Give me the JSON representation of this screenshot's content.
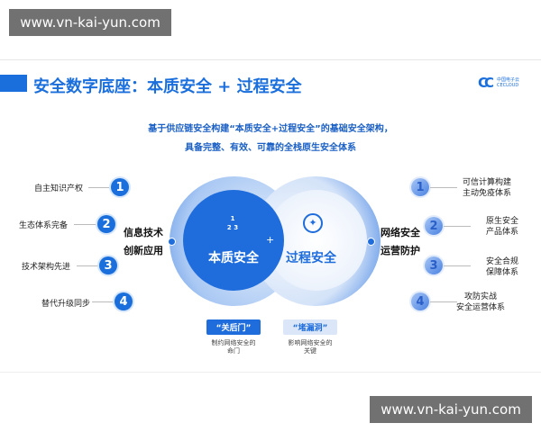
{
  "watermark": {
    "top": "www.vn-kai-yun.com",
    "bottom": "www.vn-kai-yun.com"
  },
  "title": "安全数字底座：本质安全 + 过程安全",
  "logo": {
    "cn": "中国电子云",
    "en": "CECLOUD"
  },
  "subtitle": [
    "基于供应链安全构建“本质安全+过程安全”的基础安全架构，",
    "具备完整、有效、可靠的全栈原生安全体系"
  ],
  "left": {
    "label": [
      "信息技术",
      "创新应用"
    ],
    "items": [
      {
        "n": "1",
        "text": "自主知识产权"
      },
      {
        "n": "2",
        "text": "生态体系完备"
      },
      {
        "n": "3",
        "text": "技术架构先进"
      },
      {
        "n": "4",
        "text": "替代升级同步"
      }
    ]
  },
  "right": {
    "label": [
      "网络安全",
      "运营防护"
    ],
    "items": [
      {
        "n": "1",
        "text": [
          "可信计算构建",
          "主动免疫体系"
        ]
      },
      {
        "n": "2",
        "text": [
          "原生安全",
          "产品体系"
        ]
      },
      {
        "n": "3",
        "text": [
          "安全合规",
          "保障体系"
        ]
      },
      {
        "n": "4",
        "text": [
          "攻防实战",
          "安全运营体系"
        ]
      }
    ]
  },
  "circles": {
    "left": "本质安全",
    "right": "过程安全",
    "plus": "+",
    "hex": [
      "1",
      "2",
      "3"
    ]
  },
  "boxes": [
    {
      "label": "“关后门”",
      "caption": [
        "制约网络安全的",
        "命门"
      ]
    },
    {
      "label": "“堵漏洞”",
      "caption": [
        "影响网络安全的",
        "关键"
      ]
    }
  ],
  "colors": {
    "primary": "#1a6fdc"
  }
}
